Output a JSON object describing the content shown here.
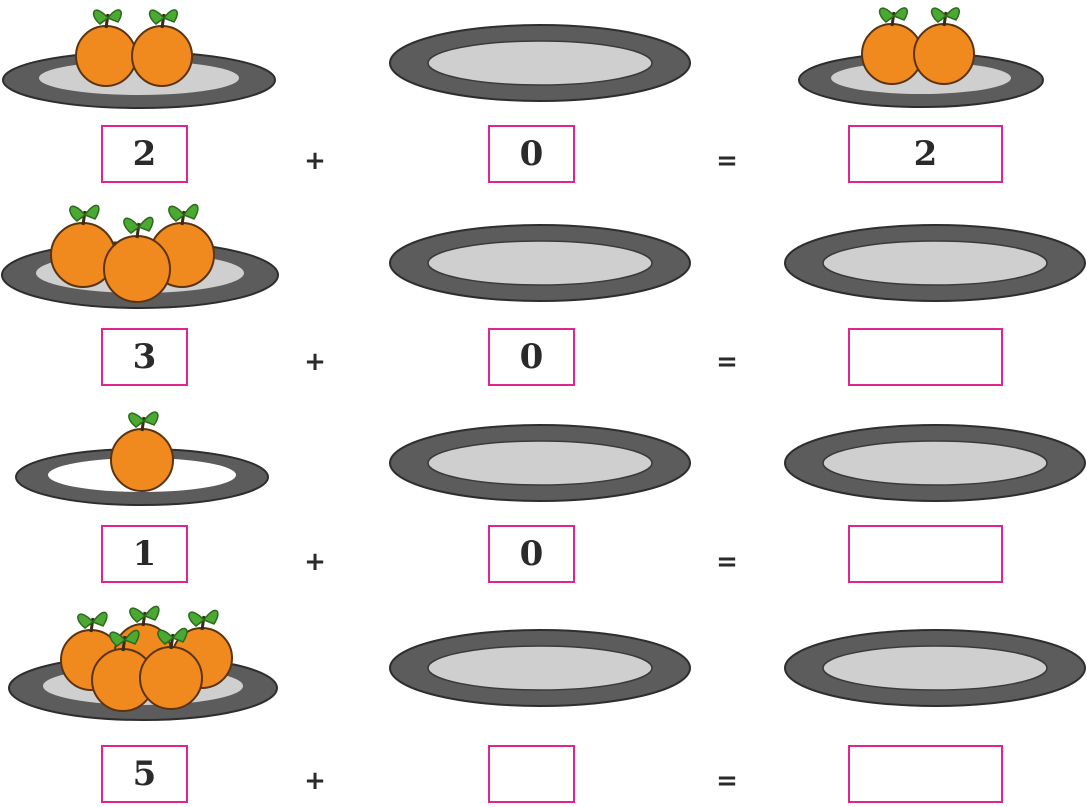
{
  "colors": {
    "box_border": "#e0258e",
    "plate_rim": "#5c5c5c",
    "plate_inner": "#cfcfcf",
    "orange": "#f08a1e",
    "leaf": "#4aa833"
  },
  "operators": {
    "plus": "+",
    "equals": "="
  },
  "rows": [
    {
      "left_oranges": 2,
      "middle_oranges": 0,
      "right_oranges": 2,
      "a": "2",
      "b": "0",
      "sum": "2"
    },
    {
      "left_oranges": 3,
      "middle_oranges": 0,
      "right_oranges": 0,
      "a": "3",
      "b": "0",
      "sum": ""
    },
    {
      "left_oranges": 1,
      "middle_oranges": 0,
      "right_oranges": 0,
      "a": "1",
      "b": "0",
      "sum": ""
    },
    {
      "left_oranges": 5,
      "middle_oranges": 0,
      "right_oranges": 0,
      "a": "5",
      "b": "",
      "sum": ""
    }
  ]
}
